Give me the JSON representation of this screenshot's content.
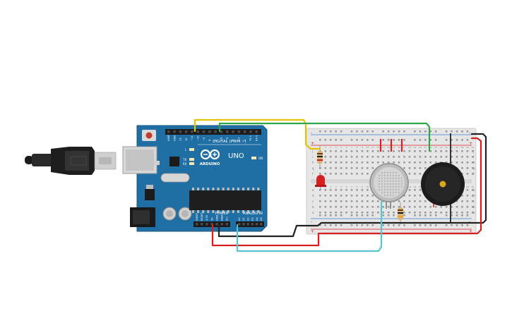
{
  "board": {
    "brand": "ARDUINO",
    "model": "UNO",
    "digital_label": "DIGITAL (PWM ~)",
    "power_label": "POWER",
    "analog_label": "ANALOG IN",
    "on_label": "ON",
    "l_label": "L",
    "tx_label": "TX",
    "rx_label": "RX",
    "digital_pins": [
      "AREF",
      "GND",
      "13",
      "12",
      "~11",
      "~10",
      "~9",
      "8",
      "7",
      "~6",
      "~5",
      "4",
      "~3",
      "2",
      "TX 1",
      "RX 0"
    ],
    "power_pins": [
      "IOREF",
      "RESET",
      "3.3V",
      "5V",
      "GND",
      "GND",
      "Vin"
    ],
    "analog_pins": [
      "A0",
      "A1",
      "A2",
      "A3",
      "A4",
      "A5"
    ]
  },
  "breadboard": {
    "row_letters_top": [
      "j",
      "i",
      "h",
      "g",
      "f"
    ],
    "row_letters_bottom": [
      "e",
      "d",
      "c",
      "b",
      "a"
    ],
    "plus_label": "+",
    "minus_label": "-",
    "column_numbers": [
      "1",
      "2",
      "3",
      "4",
      "5",
      "6",
      "7",
      "8",
      "9",
      "10",
      "11",
      "12",
      "13",
      "14",
      "15",
      "16",
      "17",
      "18",
      "19",
      "20",
      "21",
      "22",
      "23",
      "24",
      "25",
      "26",
      "27",
      "28",
      "29",
      "30"
    ]
  },
  "colors": {
    "board_blue": "#1f6fa5",
    "breadboard": "#e6e6e6",
    "wire_yellow": "#e2c400",
    "wire_green": "#2ea84a",
    "wire_black": "#222222",
    "wire_red": "#d42020",
    "wire_cyan": "#5bc3cf",
    "led_red": "#d42020",
    "buzzer": "#1c1c1c"
  }
}
